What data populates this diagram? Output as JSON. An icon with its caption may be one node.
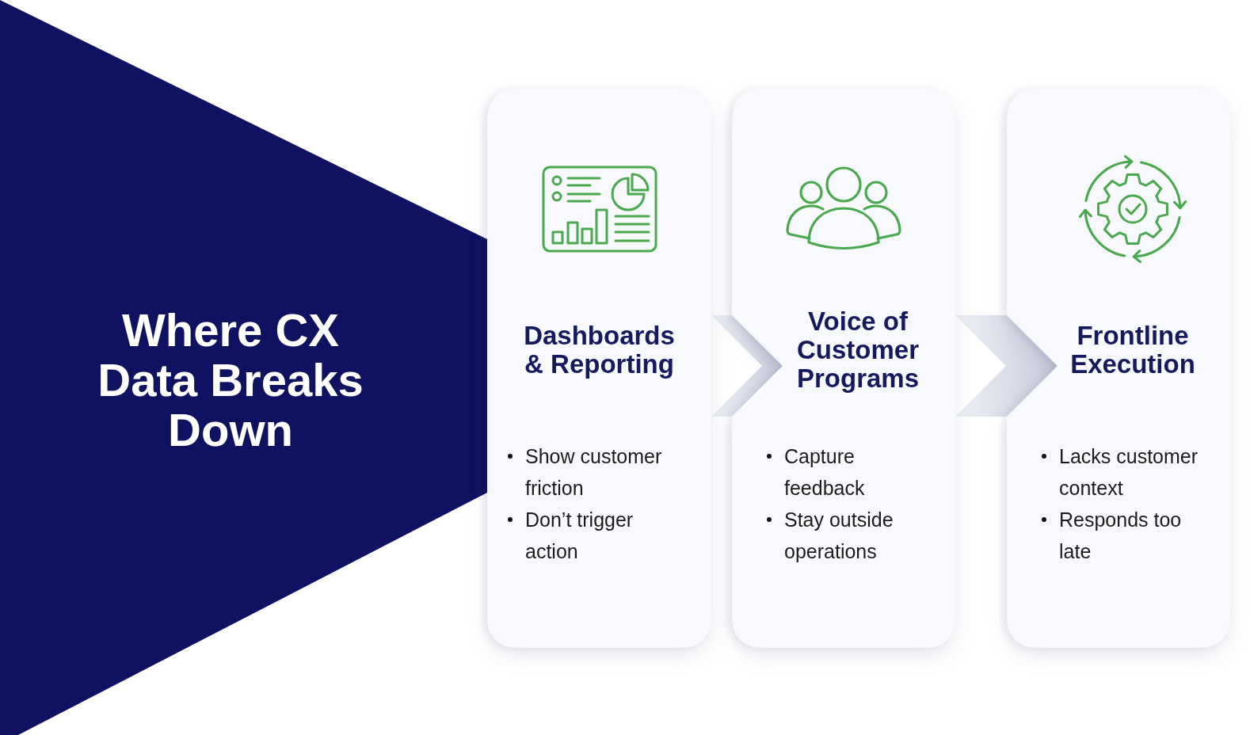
{
  "diagram": {
    "nodes": [
      {
        "text": [
          "Where CX Data Breaks Down"
        ]
      },
      {
        "text": [
          "Dashboards & Reporting",
          "Show customer friction",
          "Don’t trigger action"
        ]
      },
      {
        "text": [
          "Voice of Customer Programs",
          "Capture feedback",
          "Stay outside operations"
        ]
      },
      {
        "text": [
          "Frontline Execution",
          "Lacks customer context",
          "Responds too late"
        ]
      }
    ],
    "edges": [
      {
        "from": 1,
        "to": 2,
        "arrow": "to"
      },
      {
        "from": 2,
        "to": 3,
        "arrow": "to"
      }
    ]
  }
}
